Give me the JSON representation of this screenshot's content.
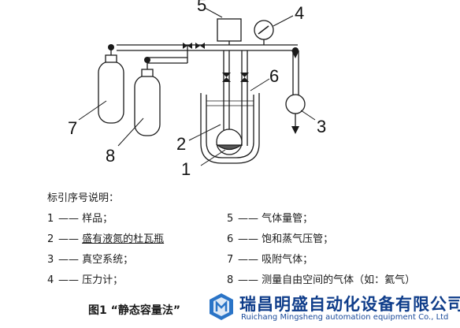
{
  "diagram": {
    "callouts": [
      "5",
      "4",
      "6",
      "7",
      "8",
      "2",
      "1",
      "3"
    ]
  },
  "legend": {
    "title": "标引序号说明：",
    "items": [
      {
        "num": "1",
        "text": "样品；"
      },
      {
        "num": "2",
        "text": "盛有液氮的杜瓦瓶"
      },
      {
        "num": "3",
        "text": "真空系统；"
      },
      {
        "num": "4",
        "text": "压力计；"
      },
      {
        "num": "5",
        "text": "气体量管；"
      },
      {
        "num": "6",
        "text": "饱和蒸气压管；"
      },
      {
        "num": "7",
        "text": "吸附气体；"
      },
      {
        "num": "8",
        "text": "测量自由空间的气体（如：氦气）"
      }
    ]
  },
  "caption": "图1 “静态容量法”",
  "watermark": {
    "name": "瑞昌明盛自动化设备有限公司",
    "name_en": "Ruichang Mingsheng automation equipment Co., Ltd"
  }
}
